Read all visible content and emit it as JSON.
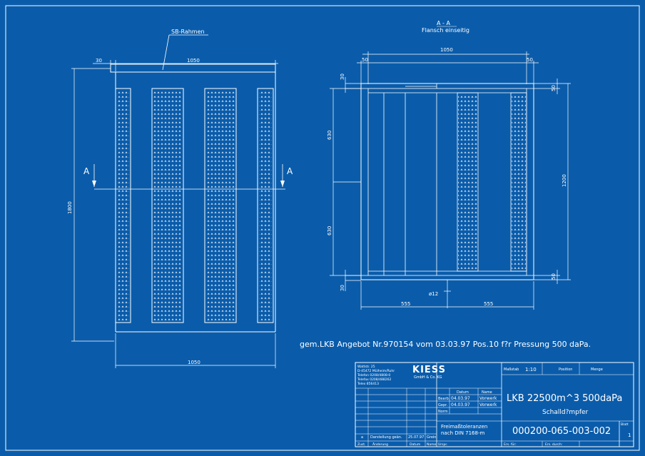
{
  "front_view": {
    "frame_label": "SB-Rahmen",
    "dim_top_left": "30",
    "dim_top_width": "1050",
    "dim_height": "1800",
    "dim_bottom_width": "1050",
    "section_marker": "A"
  },
  "section_view": {
    "title": "A - A",
    "subtitle": "Flansch einseitig",
    "dim_width": "1050",
    "dim_left_50": "50",
    "dim_right_50": "50",
    "dim_top_30": "30",
    "dim_bottom_30": "30",
    "dim_630_top": "630",
    "dim_630_bottom": "630",
    "dim_right_top_50": "50",
    "dim_right_bottom_50": "50",
    "dim_height": "1200",
    "dim_diameter": "ø12",
    "dim_555_left": "555",
    "dim_555_right": "555"
  },
  "note": "gem.LKB Angebot Nr.970154 vom 03.03.97 Pos.10 f?r Pressung 500 daPa.",
  "title_block": {
    "company_address": [
      "Wattstr. 25",
      "D-45472 Mülheim/Ruhr",
      "Telefon 0208/4808-0",
      "Telefax 0208/488262",
      "Telex 856413"
    ],
    "logo": "KIESS",
    "logo_sub": "GmbH & Co. KG",
    "scale_label": "Maßstab",
    "scale_value": "1:10",
    "position_label": "Position",
    "quantity_label": "Menge",
    "title_line1": "LKB 22500m^3 500daPa",
    "title_line2": "Schalld?mpfer",
    "tolerance_line1": "Freimaßtoleranzen",
    "tolerance_line2": "nach DIN 7168-m",
    "drawing_number": "000200-065-003-002",
    "date_header": "Datum",
    "name_header": "Name",
    "rows": [
      {
        "label": "Bearb.",
        "date": "04.03.97",
        "name": "Vorwerk"
      },
      {
        "label": "Gepr.",
        "date": "04.03.97",
        "name": "Vorwerk"
      },
      {
        "label": "Norm",
        "date": "",
        "name": ""
      }
    ],
    "change_row": {
      "idx": "a",
      "text": "Darstellung geän.",
      "date": "25.07.97",
      "name": "Grein"
    },
    "footer_labels": [
      "Zust.",
      "Änderung",
      "Datum",
      "Name",
      "Urspr.",
      "Ers. für:",
      "Ers. durch:"
    ],
    "sheet_label": "Blatt",
    "sheet_value": "1"
  }
}
